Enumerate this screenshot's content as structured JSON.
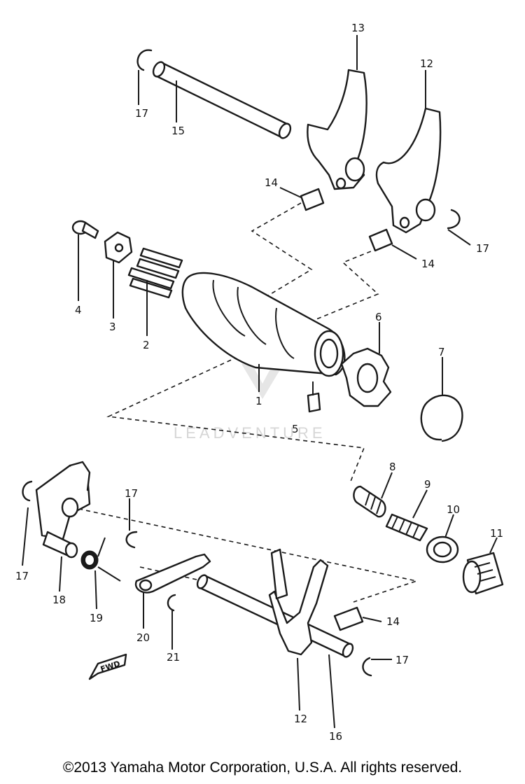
{
  "watermark": "LEADVENTURE",
  "fwd_marker": "FWD",
  "copyright": "©2013 Yamaha Motor Corporation, U.S.A. All rights reserved.",
  "callouts": {
    "c1": "1",
    "c2": "2",
    "c3": "3",
    "c4": "4",
    "c5": "5",
    "c6": "6",
    "c7": "7",
    "c8": "8",
    "c9": "9",
    "c10": "10",
    "c11": "11",
    "c12a": "12",
    "c12b": "12",
    "c13": "13",
    "c14a": "14",
    "c14b": "14",
    "c14c": "14",
    "c15": "15",
    "c16": "16",
    "c17a": "17",
    "c17b": "17",
    "c17c": "17",
    "c17d": "17",
    "c17e": "17",
    "c18": "18",
    "c19": "19",
    "c20": "20",
    "c21": "21"
  }
}
